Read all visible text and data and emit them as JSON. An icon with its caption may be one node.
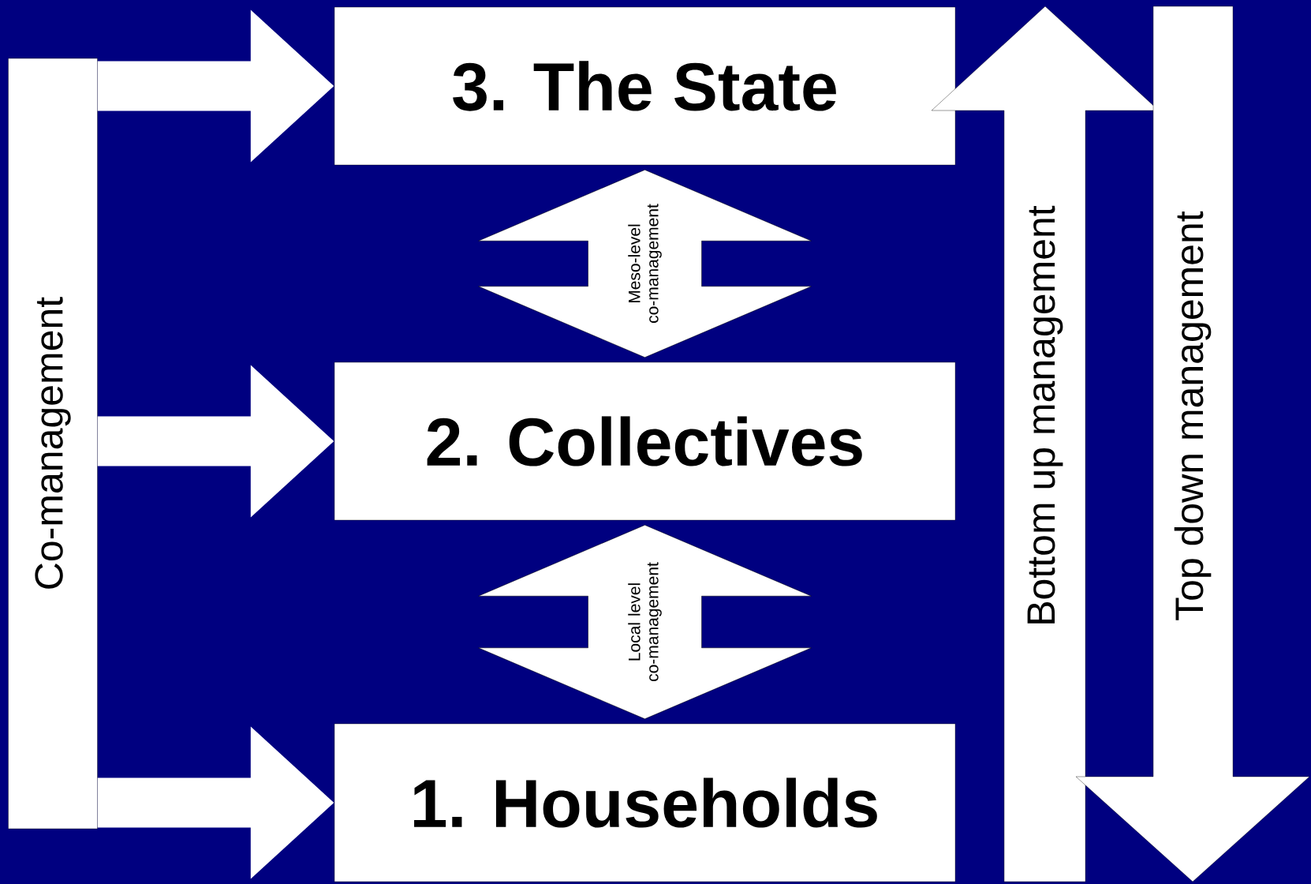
{
  "diagram": {
    "nodes": [
      {
        "text": [
          "Co-management"
        ]
      },
      {
        "text": [
          "3. The State"
        ]
      },
      {
        "text": [
          "2. Collectives"
        ]
      },
      {
        "text": [
          "1. Households"
        ]
      },
      {
        "text": [
          "Bottom up management"
        ]
      },
      {
        "text": [
          "Top down management"
        ]
      }
    ],
    "edges": [
      {
        "from": 0,
        "to": 1,
        "arrow": "to"
      },
      {
        "from": 0,
        "to": 2,
        "arrow": "to"
      },
      {
        "from": 0,
        "to": 3,
        "arrow": "to"
      },
      {
        "from": 1,
        "to": 2,
        "arrow": "both",
        "style": "thick",
        "label": "Meso-level co-management"
      },
      {
        "from": 2,
        "to": 3,
        "arrow": "both",
        "style": "thick",
        "label": "Local level co-management"
      }
    ]
  }
}
